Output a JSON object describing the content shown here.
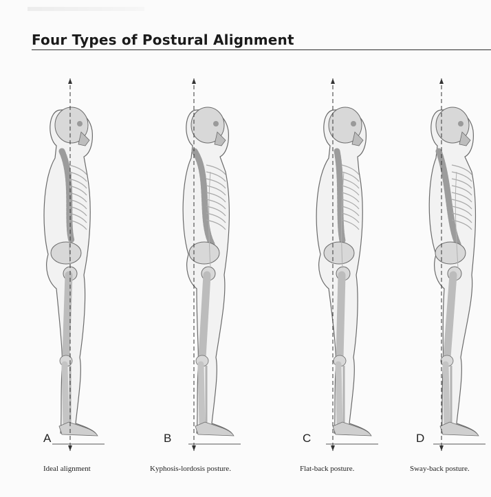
{
  "title": "Four Types of Postural Alignment",
  "figures": [
    {
      "letter": "A",
      "caption": "Ideal alignment",
      "icon": "ideal-posture-skeleton-icon"
    },
    {
      "letter": "B",
      "caption": "Kyphosis-lordosis posture.",
      "icon": "kyphosis-lordosis-skeleton-icon"
    },
    {
      "letter": "C",
      "caption": "Flat-back posture.",
      "icon": "flat-back-skeleton-icon"
    },
    {
      "letter": "D",
      "caption": "Sway-back posture.",
      "icon": "sway-back-skeleton-icon"
    }
  ]
}
